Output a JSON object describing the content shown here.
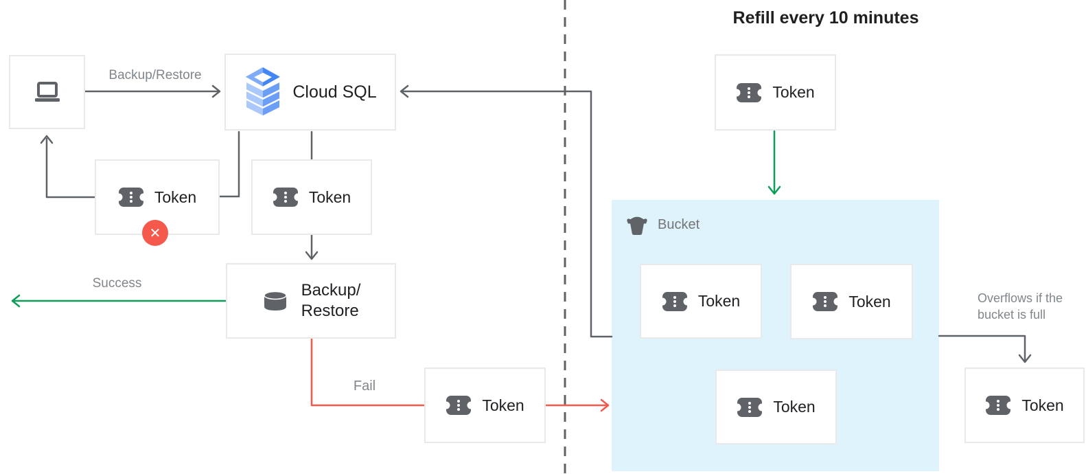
{
  "title": "Refill every 10 minutes",
  "nodes": {
    "client": {
      "icon": "laptop-icon"
    },
    "cloud_sql": {
      "label": "Cloud SQL",
      "icon": "cloud-sql-icon"
    },
    "token_rejected": {
      "label": "Token",
      "icon": "token-icon",
      "badge": "error-x"
    },
    "token_request": {
      "label": "Token",
      "icon": "token-icon"
    },
    "backup_restore": {
      "label_line1": "Backup/",
      "label_line2": "Restore",
      "icon": "database-icon"
    },
    "token_fail": {
      "label": "Token",
      "icon": "token-icon"
    },
    "token_refill": {
      "label": "Token",
      "icon": "token-icon"
    },
    "bucket": {
      "label": "Bucket",
      "icon": "bucket-icon"
    },
    "token_bucket_1": {
      "label": "Token",
      "icon": "token-icon"
    },
    "token_bucket_2": {
      "label": "Token",
      "icon": "token-icon"
    },
    "token_bucket_3": {
      "label": "Token",
      "icon": "token-icon"
    },
    "token_overflow": {
      "label": "Token",
      "icon": "token-icon"
    }
  },
  "edge_labels": {
    "request": "Backup/Restore",
    "success": "Success",
    "fail": "Fail",
    "overflow_line1": "Overflows if the",
    "overflow_line2": "bucket is full",
    "error_badge": "✕"
  },
  "colors": {
    "line": "#5f6368",
    "green": "#0f9d58",
    "red": "#f4594b",
    "bucket-fill": "#dff3fd",
    "box-border": "#e9e9e9",
    "label-gray": "#80868b",
    "text-dark": "#202124",
    "icon-gray": "#5f6368",
    "sql-blue": "#4285f4",
    "sql-blue-light": "#aac8fa",
    "sql-blue-mid": "#6b9ef7"
  }
}
